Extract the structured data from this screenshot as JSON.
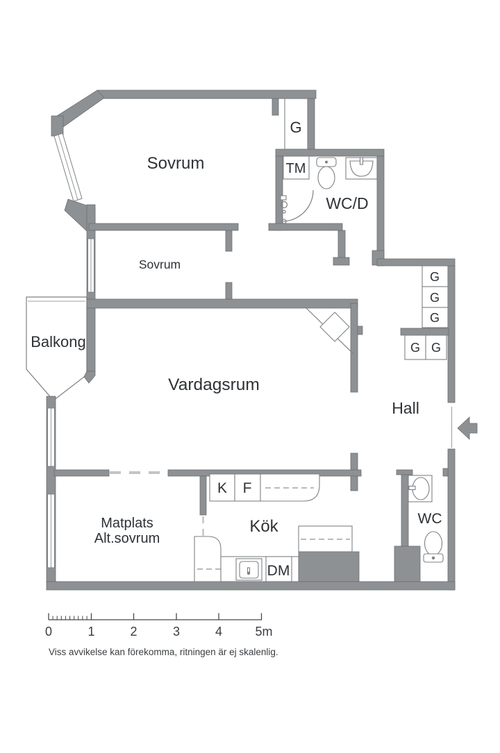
{
  "labels": {
    "sovrum_large": "Sovrum",
    "sovrum_small": "Sovrum",
    "wcd": "WC/D",
    "balkong": "Balkong",
    "vardagsrum": "Vardagsrum",
    "hall": "Hall",
    "matplats": "Matplats",
    "alt_sovrum": "Alt.sovrum",
    "kok": "Kök",
    "wc": "WC",
    "tm": "TM",
    "dm": "DM",
    "kyl": "K",
    "frys": "F",
    "garderob": "G"
  },
  "scale_bar": {
    "ticks": [
      "0",
      "1",
      "2",
      "3",
      "4",
      "5m"
    ],
    "disclaimer": "Viss avvikelse kan förekomma, ritningen är ej skalenlig."
  },
  "icons": {
    "entry_arrow": "left-arrow",
    "toilet": "toilet",
    "sink": "sink",
    "shower": "corner-shower",
    "kitchen_sink": "kitchen-sink"
  },
  "colors": {
    "wall": "#8e9194",
    "wall_edge": "#6c6f72",
    "fixture": "#7d8184",
    "dash": "#8e9194",
    "ldash": "#c2c5c7",
    "text": "#2e3236",
    "scale": "#3a3d40",
    "bg": "#ffffff"
  }
}
